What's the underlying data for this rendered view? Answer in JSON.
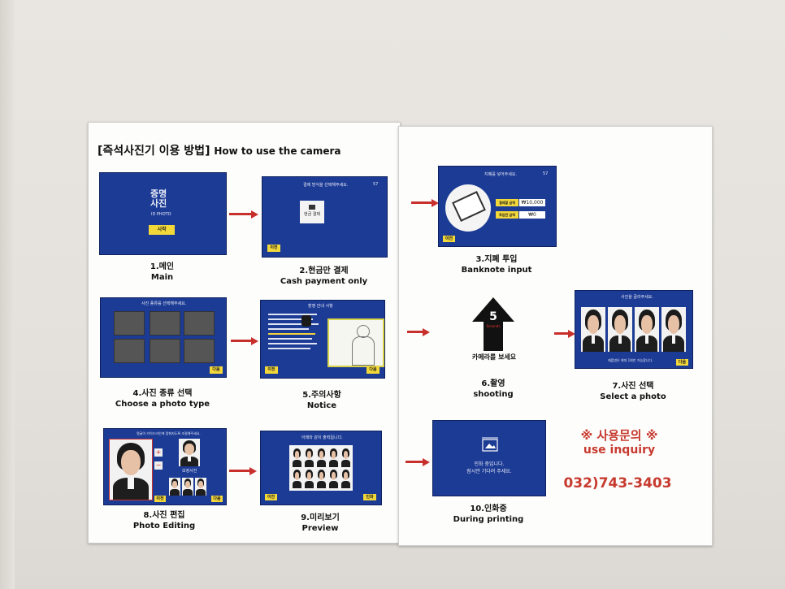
{
  "title": {
    "ko": "[즉석사진기 이용 방법]",
    "en": "How to use the camera"
  },
  "steps": [
    {
      "num_ko": "1.메인",
      "en": "Main"
    },
    {
      "num_ko": "2.현금만 결제",
      "en": "Cash payment only"
    },
    {
      "num_ko": "3.지폐 투입",
      "en": "Banknote input"
    },
    {
      "num_ko": "4.사진 종류 선택",
      "en": "Choose a photo type"
    },
    {
      "num_ko": "5.주의사항",
      "en": "Notice"
    },
    {
      "num_ko": "6.촬영",
      "en": "shooting"
    },
    {
      "num_ko": "7.사진 선택",
      "en": "Select a photo"
    },
    {
      "num_ko": "8.사진 편집",
      "en": "Photo Editing"
    },
    {
      "num_ko": "9.미리보기",
      "en": "Preview"
    },
    {
      "num_ko": "10.인화중",
      "en": "During printing"
    }
  ],
  "screens": {
    "main": {
      "title_ko": "증명\n사진",
      "subtitle": "ID PHOTO",
      "start": "시작"
    },
    "cash": {
      "header": "결제 방식을 선택해주세요.",
      "timer": "57",
      "option": "현금 결제",
      "back": "이전"
    },
    "banknote": {
      "header": "지폐를 넣어주세요.",
      "timer": "57",
      "amount_label": "결제할 금액",
      "amount": "₩10,000",
      "input_label": "투입한 금액",
      "input": "₩0",
      "back": "이전"
    },
    "photo_type": {
      "header": "사진 종류를 선택해주세요.",
      "next": "다음"
    },
    "notice": {
      "header": "촬영 안내 사항",
      "back": "이전",
      "next": "다음"
    },
    "shooting": {
      "count": "5",
      "count_label": "Seconds",
      "caption": "카메라를 보세요"
    },
    "select": {
      "header": "사진을 골라주세요.",
      "warning": "재촬영은 최대 1회만 가능합니다.",
      "next": "다음"
    },
    "editing": {
      "header": "얼굴이 가이드라인에 맞춰지도록 조절해주세요.",
      "sample": "보정사진",
      "back": "이전",
      "next": "다음"
    },
    "preview": {
      "header": "아래와 같이 출력됩니다.",
      "back": "이전",
      "print": "인화"
    },
    "printing": {
      "line1": "인화 중입니다.",
      "line2": "잠시만 기다려 주세요."
    }
  },
  "inquiry": {
    "title": "※ 사용문의 ※",
    "subtitle": "use inquiry",
    "phone": "032)743-3403"
  },
  "colors": {
    "screen_blue": "#1c3b95",
    "arrow_red": "#c8302c",
    "inquiry_red": "#c73a2e",
    "button_yellow": "#f3d83a"
  }
}
